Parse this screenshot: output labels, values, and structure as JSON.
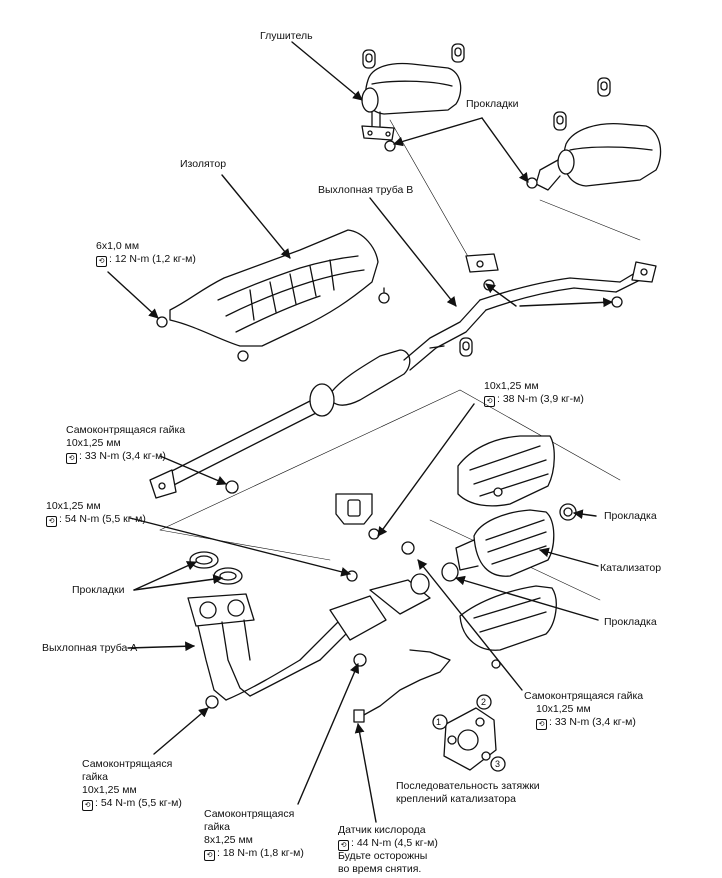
{
  "labels": {
    "muffler": "Глушитель",
    "gaskets_top": "Прокладки",
    "insulator": "Изолятор",
    "exhaust_pipe_b": "Выхлопная труба В",
    "insulator_bolt_size": "6x1,0 мм",
    "insulator_bolt_torque": ": 12 N-m (1,2 кг-м)",
    "heatshield_bolt_size": "10x1,25 мм",
    "heatshield_bolt_torque": ": 38 N-m (3,9 кг-м)",
    "pipe_b_nut_title": "Самоконтрящаяся гайка",
    "pipe_b_nut_size": "10x1,25 мм",
    "pipe_b_nut_torque": ": 33 N-m (3,4 кг-м)",
    "gasket_right": "Прокладка",
    "manifold_bolt_size": "10x1,25 мм",
    "manifold_bolt_torque": ": 54 N-m (5,5 кг-м)",
    "catalyst": "Катализатор",
    "gaskets_left": "Прокладки",
    "gasket_right2": "Прокладка",
    "exhaust_pipe_a": "Выхлопная труба А",
    "cat_nut_title": "Самоконтрящаяся гайка",
    "cat_nut_size": "10x1,25 мм",
    "cat_nut_torque": ": 33 N-m (3,4 кг-м)",
    "seq_title_1": "Последовательность затяжки",
    "seq_title_2": "креплений катализатора",
    "seq_1": "1",
    "seq_2": "2",
    "seq_3": "3",
    "nut_a_title_1": "Самоконтрящаяся",
    "nut_a_title_2": "гайка",
    "nut_a_size": "10x1,25 мм",
    "nut_a_torque": ": 54 N-m (5,5 кг-м)",
    "nut_b_title_1": "Самоконтрящаяся",
    "nut_b_title_2": "гайка",
    "nut_b_size": "8x1,25 мм",
    "nut_b_torque": ": 18 N-m (1,8 кг-м)",
    "o2_title": "Датчик кислорода",
    "o2_torque": ": 44 N-m (4,5 кг-м)",
    "o2_note_1": "Будьте осторожны",
    "o2_note_2": "во время снятия."
  },
  "icons": {
    "torque": "torque-wrench-icon"
  }
}
